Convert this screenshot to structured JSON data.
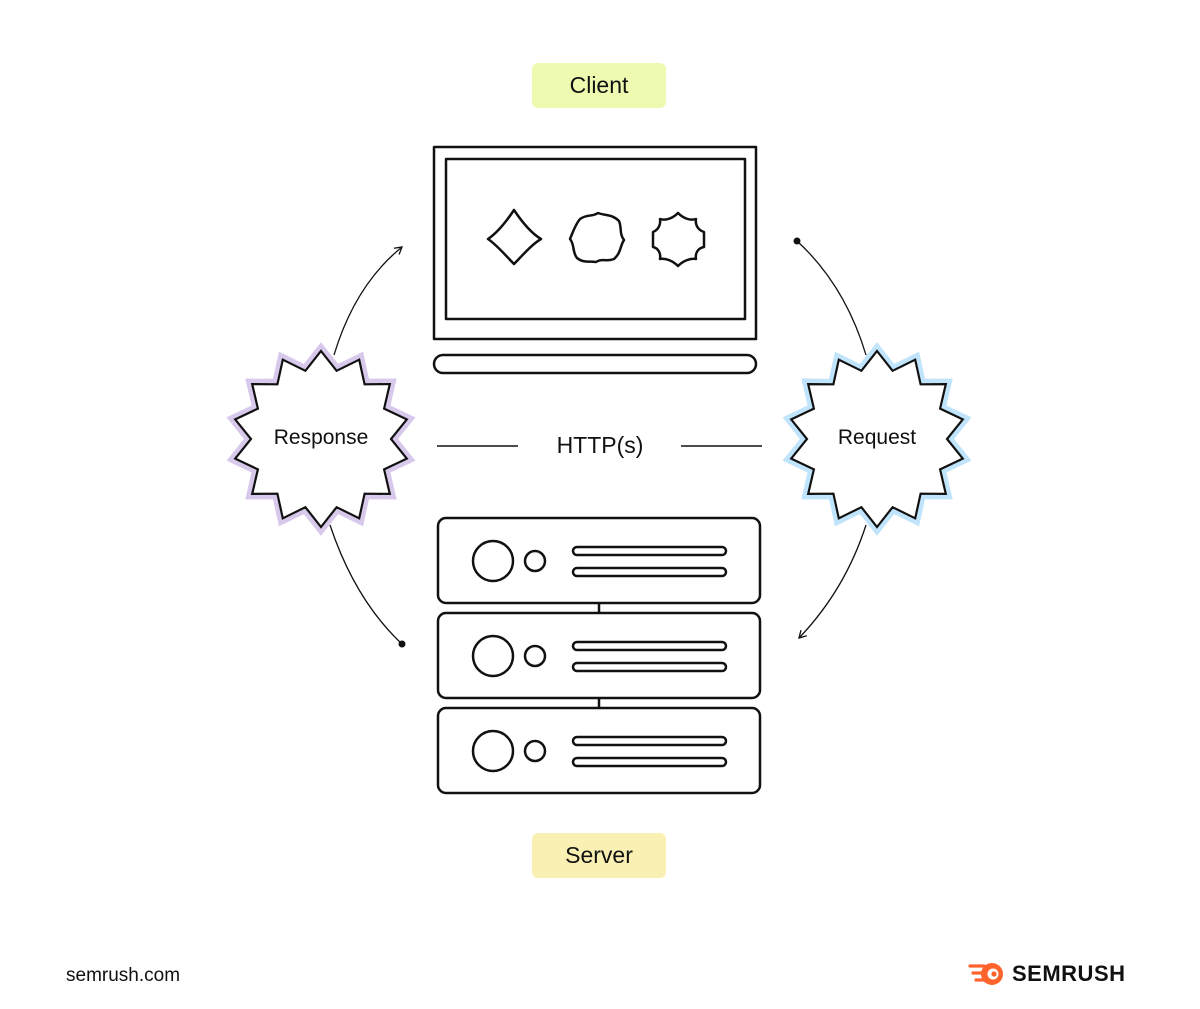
{
  "labels": {
    "client": "Client",
    "server": "Server",
    "protocol": "HTTP(s)",
    "request": "Request",
    "response": "Response"
  },
  "footer": {
    "site": "semrush.com",
    "brand": "SEMRUSH"
  },
  "icons": {
    "client": "laptop-icon",
    "server": "server-rack-icon",
    "brand": "semrush-fireball-logo"
  },
  "colors": {
    "client_pill": "#eefab0",
    "server_pill": "#fbf0b4",
    "request_burst_glow": "#bfe4fb",
    "response_burst_glow": "#d8c9ec",
    "brand_orange": "#ff642d",
    "stroke": "#111111"
  }
}
